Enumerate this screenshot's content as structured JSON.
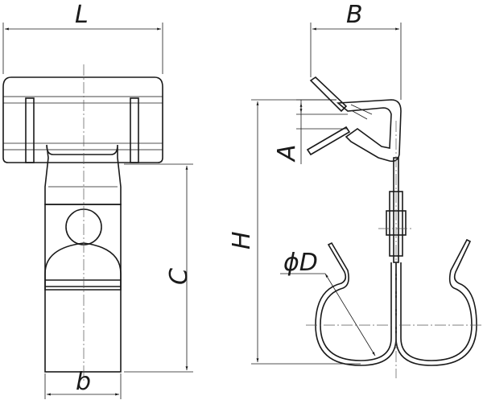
{
  "labels": {
    "L": "L",
    "B": "B",
    "A": "A",
    "H": "H",
    "C": "C",
    "b": "b",
    "D": "ϕD"
  }
}
